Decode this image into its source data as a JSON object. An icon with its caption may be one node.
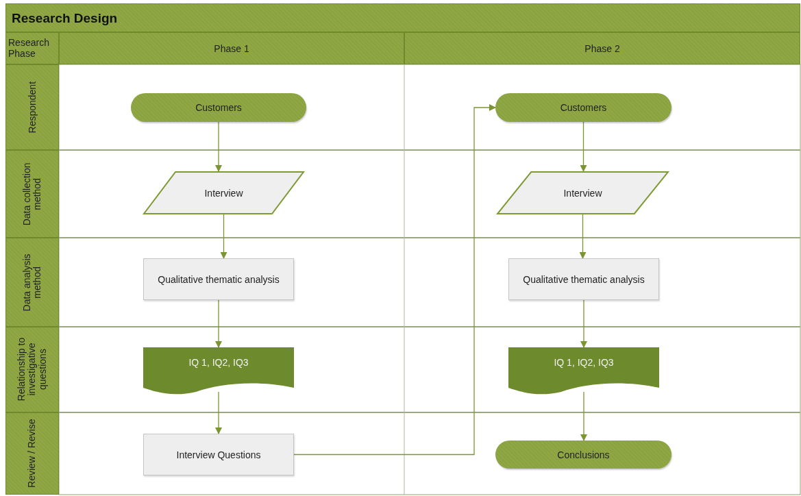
{
  "diagram": {
    "title": "Research Design",
    "nodes": [
      {
        "text": [
          "Research Phase"
        ]
      },
      {
        "text": [
          "Phase 1"
        ]
      },
      {
        "text": [
          "Phase 2"
        ]
      },
      {
        "text": [
          "Respondent"
        ]
      },
      {
        "text": [
          "Data collection method"
        ]
      },
      {
        "text": [
          "Data analysis method"
        ]
      },
      {
        "text": [
          "Relationship to investigative questions"
        ]
      },
      {
        "text": [
          "Review / Revise"
        ]
      },
      {
        "text": [
          "Customers"
        ]
      },
      {
        "text": [
          "Interview"
        ]
      },
      {
        "text": [
          "Qualitative thematic analysis"
        ]
      },
      {
        "text": [
          "IQ 1, IQ2, IQ3"
        ]
      },
      {
        "text": [
          "Interview Questions"
        ]
      },
      {
        "text": [
          "Customers"
        ]
      },
      {
        "text": [
          "Interview"
        ]
      },
      {
        "text": [
          "Qualitative thematic analysis"
        ]
      },
      {
        "text": [
          "IQ 1, IQ2, IQ3"
        ]
      },
      {
        "text": [
          "Conclusions"
        ]
      }
    ],
    "edges": [
      {
        "from": 8,
        "to": 9,
        "arrow": "to"
      },
      {
        "from": 9,
        "to": 10,
        "arrow": "to"
      },
      {
        "from": 10,
        "to": 11,
        "arrow": "to"
      },
      {
        "from": 11,
        "to": 12,
        "arrow": "to"
      },
      {
        "from": 12,
        "to": 13,
        "arrow": "to"
      },
      {
        "from": 13,
        "to": 14,
        "arrow": "to"
      },
      {
        "from": 14,
        "to": 15,
        "arrow": "to"
      },
      {
        "from": 15,
        "to": 16,
        "arrow": "to"
      },
      {
        "from": 16,
        "to": 17,
        "arrow": "to"
      }
    ]
  }
}
